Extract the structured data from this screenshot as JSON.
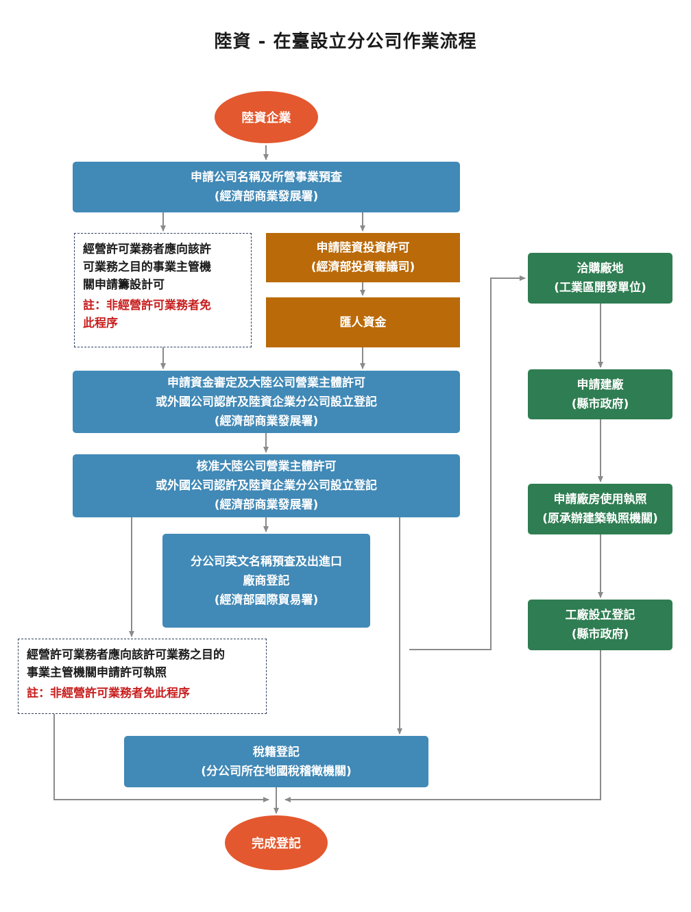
{
  "title": "陸資 - 在臺設立分公司作業流程",
  "colors": {
    "oval": "#e3582e",
    "blue": "#4189b6",
    "orange": "#ba6a09",
    "green": "#2f7d52",
    "note_text_red": "#c81e1e",
    "arrow": "#8a8a8a"
  },
  "nodes": {
    "start": "陸資企業",
    "name_precheck": [
      "申請公司名稱及所營事業預查",
      "(經濟部商業發展署)"
    ],
    "invest_permit": [
      "申請陸資投資許可",
      "(經濟部投資審議司)"
    ],
    "remit_funds": "匯人資金",
    "capital_review": [
      "申請資金審定及大陸公司營業主體許可",
      "或外國公司認許及陸資企業分公司設立登記",
      "(經濟部商業發展署)"
    ],
    "approval": [
      "核准大陸公司營業主體許可",
      "或外國公司認許及陸資企業分公司設立登記",
      "(經濟部商業發展署)"
    ],
    "english_name": [
      "分公司英文名稱預查及出進口",
      "廠商登記",
      "(經濟部國際貿易署)"
    ],
    "tax_registration": [
      "稅籍登記",
      "(分公司所在地國稅稽徵機關)"
    ],
    "end": "完成登記",
    "factory_land": [
      "洽購廠地",
      "(工業區開發單位)"
    ],
    "build_factory": [
      "申請建廠",
      "(縣市政府)"
    ],
    "usage_license": [
      "申請廠房使用執照",
      "(原承辦建築執照機關)"
    ],
    "factory_registration": [
      "工廠設立登記",
      "(縣市政府)"
    ]
  },
  "notes": {
    "note1": {
      "lines": [
        "經營許可業務者應向該許",
        "可業務之目的事業主管機",
        "關申請籌設計可"
      ],
      "remark": [
        "註：非經營許可業務者免",
        "此程序"
      ]
    },
    "note2": {
      "lines": [
        "經營許可業務者應向該許可業務之目的",
        "事業主管機關申請許可執照"
      ],
      "remark": [
        "註：非經營許可業務者免此程序"
      ]
    }
  }
}
